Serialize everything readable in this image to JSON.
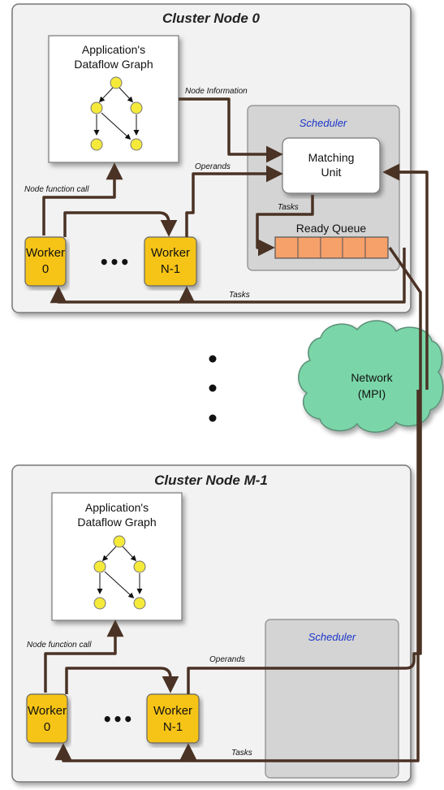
{
  "node_top": {
    "title": "Cluster Node 0",
    "graph_title": [
      "Application's",
      "Dataflow Graph"
    ],
    "scheduler_label": "Scheduler",
    "matching_unit": [
      "Matching",
      "Unit"
    ],
    "ready_queue": "Ready Queue",
    "worker_first": [
      "Worker",
      "0"
    ],
    "worker_last": [
      "Worker",
      "N-1"
    ],
    "ellipsis": "•••",
    "edge_node_information": "Node Information",
    "edge_operands": "Operands",
    "edge_node_function_call": "Node function call",
    "edge_tasks_internal": "Tasks",
    "edge_tasks_return": "Tasks"
  },
  "node_bottom": {
    "title": "Cluster Node M-1",
    "graph_title": [
      "Application's",
      "Dataflow Graph"
    ],
    "scheduler_label": "Scheduler",
    "worker_first": [
      "Worker",
      "0"
    ],
    "worker_last": [
      "Worker",
      "N-1"
    ],
    "ellipsis": "•••",
    "edge_operands": "Operands",
    "edge_node_function_call": "Node function call",
    "edge_tasks_return": "Tasks"
  },
  "network": [
    "Network",
    "(MPI)"
  ],
  "colors": {
    "node_fill": "#f2f2f2",
    "scheduler_fill": "#d4d4d4",
    "worker_fill": "#f6c416",
    "queue_fill": "#f6a06a",
    "graph_node_fill": "#f5ea3a",
    "network_fill": "#7ad6a8",
    "arrow": "#4a3224",
    "scheduler_text": "#1a35c8"
  }
}
